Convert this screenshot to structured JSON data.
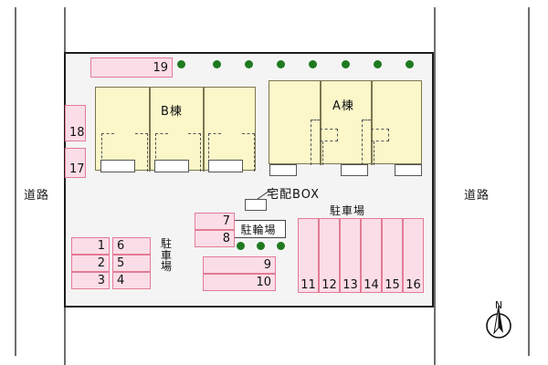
{
  "map": {
    "title": "apartment-site-plan",
    "roads": {
      "left_label": "道路",
      "right_label": "道路"
    },
    "buildings": [
      {
        "id": "B",
        "label": "B棟",
        "units": 3
      },
      {
        "id": "A",
        "label": "A棟",
        "units": 3
      }
    ],
    "facilities": {
      "delivery_box_label": "宅配BOX",
      "bicycle_parking_label": "駐輪場",
      "parking_label_left": "駐車場",
      "parking_label_right": "駐車場",
      "parking_label_vertical": "駐車場"
    },
    "compass": {
      "north_label": "N"
    },
    "parking_stalls": {
      "left_top": [
        "19"
      ],
      "left_side": [
        "18",
        "17"
      ],
      "left_block_col1": [
        "1",
        "2",
        "3"
      ],
      "left_block_col2": [
        "6",
        "5",
        "4"
      ],
      "mid_block_upper": [
        "7",
        "8"
      ],
      "mid_block_lower": [
        "9",
        "10"
      ],
      "right_row": [
        "11",
        "12",
        "13",
        "14",
        "15",
        "16"
      ]
    },
    "colors": {
      "stall_fill": "#fbdde7",
      "stall_border": "#e27b95",
      "building_fill": "#fbf7c9",
      "building_border": "#7c7650",
      "site_bg": "#f4f4f4",
      "site_border": "#1d1d1d",
      "dot_green": "#1f7a1f",
      "road_line": "#6e6e6e"
    },
    "green_dots": {
      "top_row_count": 8,
      "bicycle_row_count": 3
    }
  }
}
